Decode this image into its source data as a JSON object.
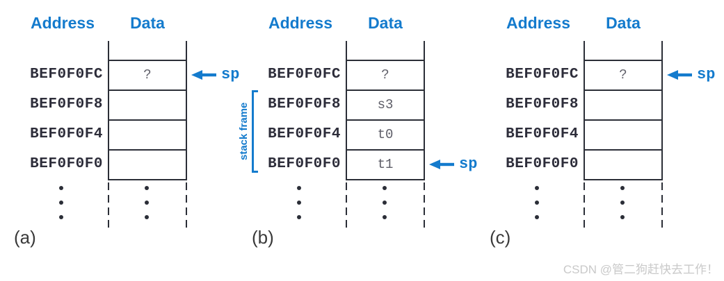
{
  "colors": {
    "accent_blue": "#147bcd",
    "line_dark": "#2b2e37",
    "address_text": "#2d2d3a",
    "data_text": "#5e5e68",
    "caption_text": "#3a3a3a",
    "watermark_gray": "#c9c9c9"
  },
  "labels": {
    "address_header": "Address",
    "data_header": "Data",
    "sp": "sp",
    "stack_frame": "stack frame"
  },
  "panels": [
    {
      "caption": "(a)",
      "sp_row_index": 0,
      "rows": [
        {
          "address": "BEF0F0FC",
          "value": "?"
        },
        {
          "address": "BEF0F0F8",
          "value": ""
        },
        {
          "address": "BEF0F0F4",
          "value": ""
        },
        {
          "address": "BEF0F0F0",
          "value": ""
        }
      ]
    },
    {
      "caption": "(b)",
      "sp_row_index": 3,
      "stack_frame_rows": [
        "BEF0F0F8",
        "BEF0F0F4",
        "BEF0F0F0"
      ],
      "rows": [
        {
          "address": "BEF0F0FC",
          "value": "?"
        },
        {
          "address": "BEF0F0F8",
          "value": "s3"
        },
        {
          "address": "BEF0F0F4",
          "value": "t0"
        },
        {
          "address": "BEF0F0F0",
          "value": "t1"
        }
      ]
    },
    {
      "caption": "(c)",
      "sp_row_index": 0,
      "rows": [
        {
          "address": "BEF0F0FC",
          "value": "?"
        },
        {
          "address": "BEF0F0F8",
          "value": ""
        },
        {
          "address": "BEF0F0F4",
          "value": ""
        },
        {
          "address": "BEF0F0F0",
          "value": ""
        }
      ]
    }
  ],
  "watermark": "CSDN @管二狗赶快去工作！"
}
